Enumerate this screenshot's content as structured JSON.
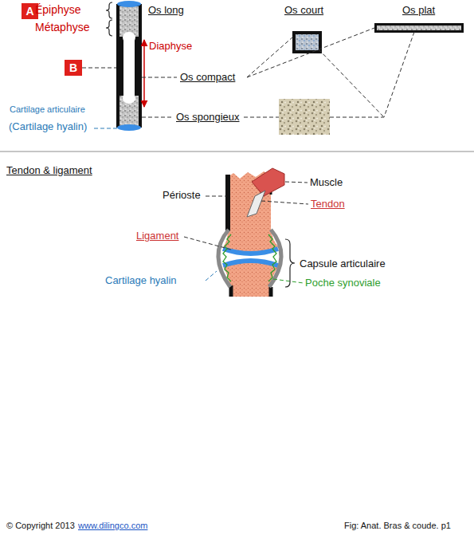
{
  "diagram": {
    "nodes": [
      {
        "text": [
          "A"
        ]
      },
      {
        "text": [
          "B"
        ]
      }
    ],
    "labels": [
      "Épiphyse",
      "Métaphyse",
      "Os long",
      "Os court",
      "Os plat",
      "Diaphyse",
      "Os compact",
      "Os spongieux",
      "Cartilage articulaire",
      "(Cartilage hyalin)",
      "Tendon & ligament",
      "Muscle",
      "Périoste",
      "Tendon",
      "Ligament",
      "Capsule articulaire",
      "Cartilage hyalin",
      "Poche synoviale",
      "© Copyright 2013",
      "www.dilingco.com",
      "Fig: Anat. Bras & coude. p1"
    ]
  }
}
